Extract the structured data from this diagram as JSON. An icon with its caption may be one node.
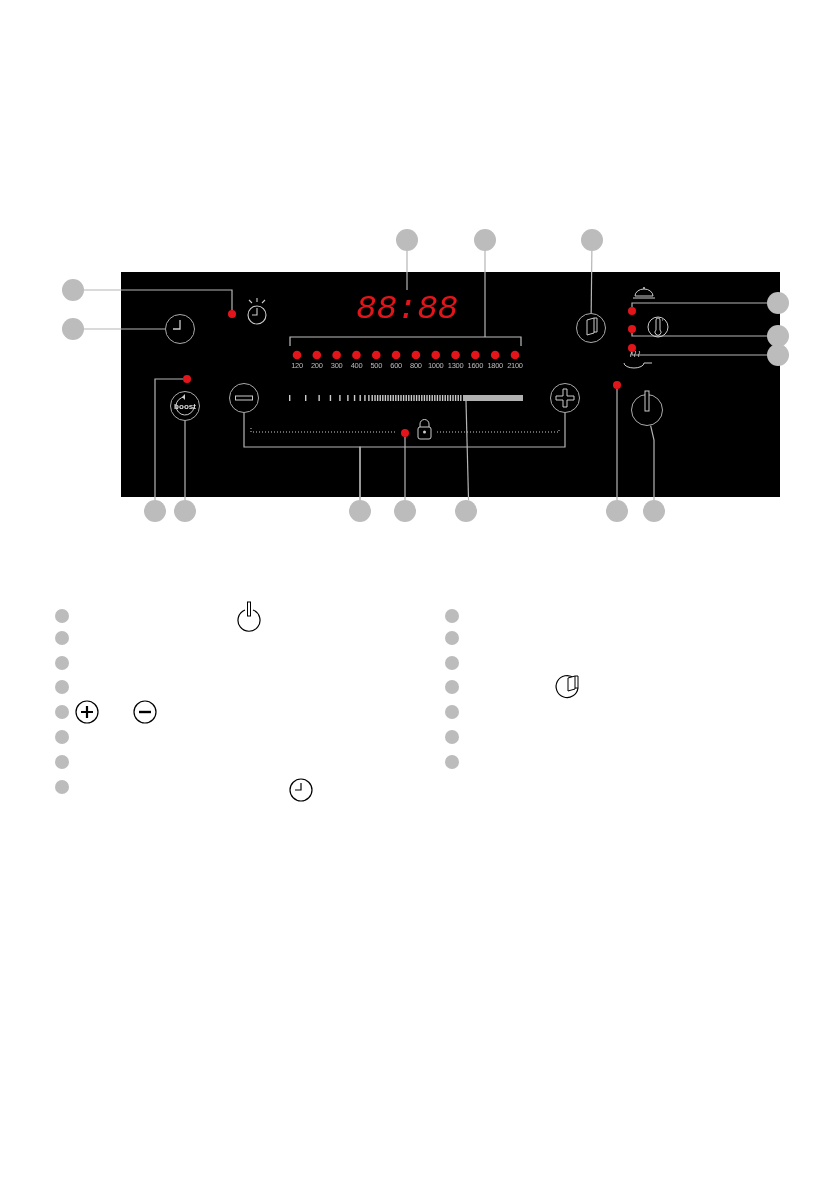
{
  "diagram": {
    "nodes": [
      {
        "text": [],
        "shape": "box"
      },
      {
        "text": [],
        "shape": "circle"
      },
      {
        "text": [],
        "shape": "circle"
      },
      {
        "text": [],
        "shape": "circle"
      },
      {
        "text": [],
        "shape": "circle"
      },
      {
        "text": [],
        "shape": "circle"
      },
      {
        "text": [],
        "shape": "circle"
      },
      {
        "text": [],
        "shape": "circle"
      },
      {
        "text": [],
        "shape": "circle"
      },
      {
        "text": [],
        "shape": "circle"
      },
      {
        "text": [],
        "shape": "circle"
      },
      {
        "text": [],
        "shape": "circle"
      },
      {
        "text": [],
        "shape": "circle"
      },
      {
        "text": [],
        "shape": "circle"
      },
      {
        "text": [],
        "shape": "circle"
      },
      {
        "text": [],
        "shape": "circle"
      },
      {
        "text": [
          "88:88"
        ],
        "in": 0
      },
      {
        "text": [],
        "shape": "circle",
        "in": 0
      },
      {
        "text": [],
        "shape": "circle",
        "in": 0
      },
      {
        "text": [],
        "shape": "circle",
        "in": 0
      },
      {
        "text": [],
        "shape": "circle",
        "in": 0
      },
      {
        "text": [],
        "shape": "circle",
        "in": 0
      },
      {
        "text": [],
        "shape": "circle",
        "in": 0
      },
      {
        "text": [],
        "shape": "circle",
        "in": 0
      },
      {
        "text": [
          "boost"
        ],
        "in": 0
      },
      {
        "text": [],
        "shape": "circle",
        "in": 0
      },
      {
        "text": [],
        "shape": "bar",
        "in": 0
      },
      {
        "text": [],
        "shape": "circle",
        "in": 0
      },
      {
        "text": [],
        "shape": "circle",
        "in": 0
      },
      {
        "text": [],
        "shape": "circle",
        "in": 0
      },
      {
        "text": [],
        "shape": "circle",
        "in": 0
      }
    ],
    "edges": [
      {
        "from": 1,
        "to": 16,
        "arrow": "none"
      },
      {
        "from": 2,
        "to": null,
        "arrow": "none"
      },
      {
        "from": 3,
        "to": 17,
        "arrow": "none"
      },
      {
        "from": 4,
        "to": 18,
        "arrow": "none"
      },
      {
        "from": 5,
        "to": 19,
        "arrow": "none"
      },
      {
        "from": 6,
        "to": 20,
        "arrow": "none"
      },
      {
        "from": 7,
        "to": 21,
        "arrow": "none"
      },
      {
        "from": 8,
        "to": 22,
        "arrow": "none"
      },
      {
        "from": 9,
        "to": 23,
        "arrow": "none"
      },
      {
        "from": 10,
        "to": 24,
        "arrow": "none"
      },
      {
        "from": 11,
        "to": 29,
        "arrow": "none"
      },
      {
        "from": 11,
        "to": 30,
        "arrow": "none"
      },
      {
        "from": 12,
        "to": 25,
        "arrow": "none"
      },
      {
        "from": 13,
        "to": 26,
        "arrow": "none"
      },
      {
        "from": 14,
        "to": 27,
        "arrow": "none"
      },
      {
        "from": 15,
        "to": 28,
        "arrow": "none"
      }
    ],
    "labels": [
      "120",
      "200",
      "300",
      "400",
      "500",
      "600",
      "800",
      "1000",
      "1300",
      "1600",
      "1800",
      "2100"
    ]
  }
}
